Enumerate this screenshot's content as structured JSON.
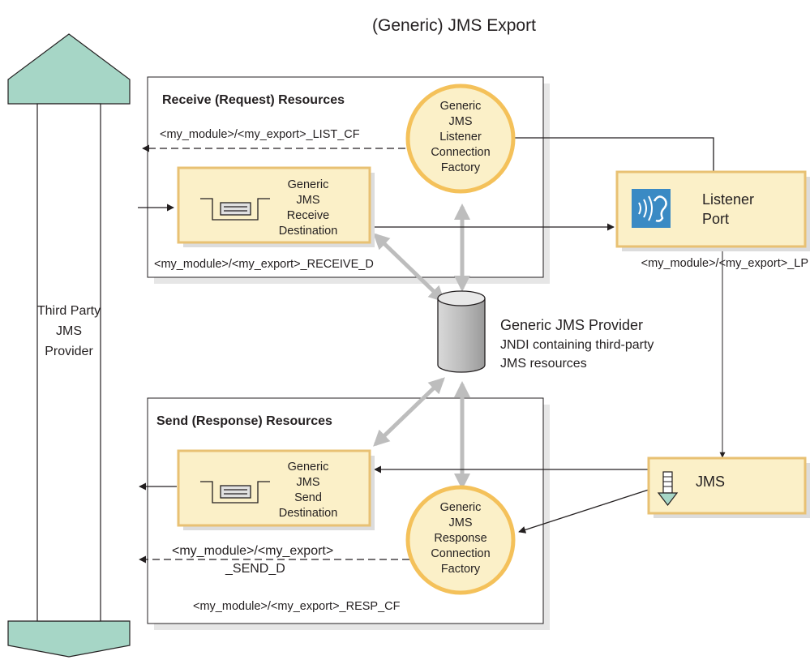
{
  "title": "(Generic) JMS Export",
  "third_party": {
    "lines": [
      "Third Party",
      "JMS",
      "Provider"
    ]
  },
  "receive_group": {
    "title": "Receive (Request) Resources",
    "listener_cf": {
      "lines": [
        "Generic",
        "JMS",
        "Listener",
        "Connection",
        "Factory"
      ]
    },
    "listener_cf_jndi": "<my_module>/<my_export>_LIST_CF",
    "receive_dest": {
      "lines": [
        "Generic",
        "JMS",
        "Receive",
        "Destination"
      ]
    },
    "receive_dest_jndi": "<my_module>/<my_export>_RECEIVE_D"
  },
  "listener_port": {
    "lines": [
      "Listener",
      "Port"
    ],
    "jndi": "<my_module>/<my_export>_LP"
  },
  "provider": {
    "lines": [
      "Generic JMS Provider",
      "JNDI containing third-party",
      "JMS resources"
    ]
  },
  "send_group": {
    "title": "Send (Response) Resources",
    "send_dest": {
      "lines": [
        "Generic",
        "JMS",
        "Send",
        "Destination"
      ]
    },
    "send_dest_jndi": [
      "<my_module>/<my_export>",
      "_SEND_D"
    ],
    "response_cf": {
      "lines": [
        "Generic",
        "JMS",
        "Response",
        "Connection",
        "Factory"
      ]
    },
    "response_cf_jndi": "<my_module>/<my_export>_RESP_CF"
  },
  "jms_node": {
    "label": "JMS"
  },
  "colors": {
    "arrow_fill": "#a6d6c6",
    "box_fill": "#fbf0c8",
    "box_border": "#e8c173",
    "circle_border": "#f4c15a",
    "gray_arrow": "#bdbdbd",
    "icon_blue": "#3a8ac4"
  }
}
